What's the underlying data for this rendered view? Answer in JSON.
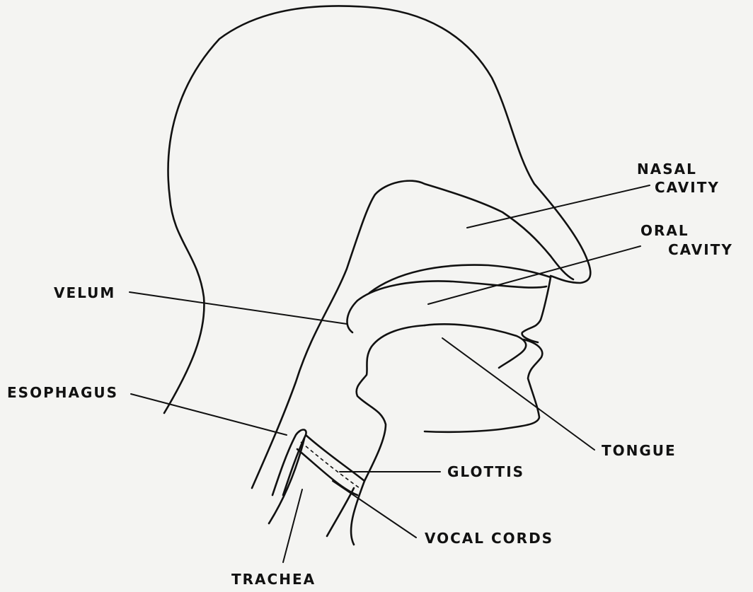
{
  "labels": {
    "nasal_line1": "NASAL",
    "nasal_line2": "CAVITY",
    "oral_line1": "ORAL",
    "oral_line2": "CAVITY",
    "velum": "VELUM",
    "esophagus": "ESOPHAGUS",
    "tongue": "TONGUE",
    "glottis": "GLOTTIS",
    "vocal_cords": "VOCAL CORDS",
    "trachea": "TRACHEA"
  }
}
